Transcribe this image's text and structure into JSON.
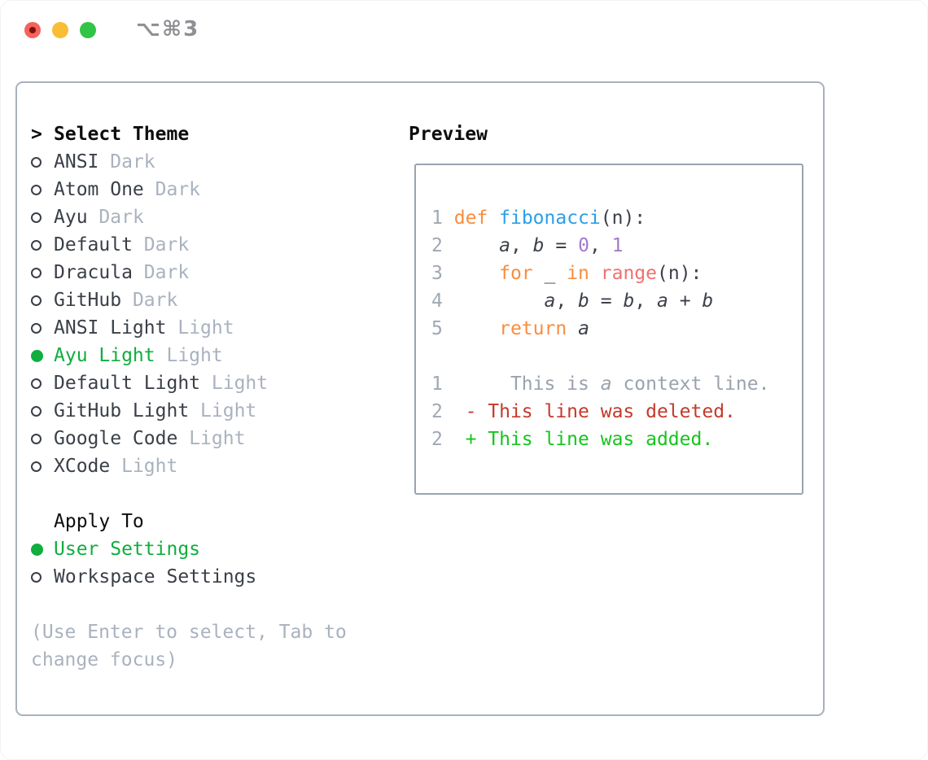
{
  "colors": {
    "accent_green": "#0fae3e",
    "traffic_red": "#f4635c",
    "traffic_red_dot": "#7b120e",
    "traffic_yellow": "#f9bd36",
    "traffic_green": "#30c546",
    "border": "#a9b1bc",
    "preview_border": "#9aa3ae",
    "text_dark": "#3a3f47",
    "text_black": "#0d0d0d",
    "text_muted": "#a9b2bf",
    "title_gray": "#8f9094",
    "line_number": "#9fa8b3",
    "syn_keyword": "#fa8d3e",
    "syn_function": "#2b9fe8",
    "syn_number": "#a37acc",
    "syn_call": "#f07171",
    "syn_plain": "#3c4149",
    "diff_context": "#9aa3ad",
    "diff_deleted": "#c5392b",
    "diff_added": "#15c51d"
  },
  "window": {
    "title": "⌥⌘3",
    "traffic_lights": [
      "close",
      "minimize",
      "zoom"
    ]
  },
  "theme_panel": {
    "header_prefix": ">",
    "header": "Select Theme",
    "items": [
      {
        "name": "ANSI",
        "variant": "Dark",
        "selected": false
      },
      {
        "name": "Atom One",
        "variant": "Dark",
        "selected": false
      },
      {
        "name": "Ayu",
        "variant": "Dark",
        "selected": false
      },
      {
        "name": "Default",
        "variant": "Dark",
        "selected": false
      },
      {
        "name": "Dracula",
        "variant": "Dark",
        "selected": false
      },
      {
        "name": "GitHub",
        "variant": "Dark",
        "selected": false
      },
      {
        "name": "ANSI Light",
        "variant": "Light",
        "selected": false
      },
      {
        "name": "Ayu Light",
        "variant": "Light",
        "selected": true
      },
      {
        "name": "Default Light",
        "variant": "Light",
        "selected": false
      },
      {
        "name": "GitHub Light",
        "variant": "Light",
        "selected": false
      },
      {
        "name": "Google Code",
        "variant": "Light",
        "selected": false
      },
      {
        "name": "XCode",
        "variant": "Light",
        "selected": false
      }
    ],
    "apply_to": {
      "header": "Apply To",
      "options": [
        {
          "label": "User Settings",
          "selected": true
        },
        {
          "label": "Workspace Settings",
          "selected": false
        }
      ]
    },
    "hint_lines": [
      "(Use Enter to select, Tab to",
      "change focus)"
    ]
  },
  "preview": {
    "header": "Preview",
    "lines": [
      {
        "tokens": [
          {
            "c": "ln",
            "t": "1"
          },
          {
            "c": "pl",
            "t": " "
          },
          {
            "c": "kw",
            "t": "def"
          },
          {
            "c": "pl",
            "t": " "
          },
          {
            "c": "fn",
            "t": "fibonacci"
          },
          {
            "c": "pl",
            "t": "(n):"
          }
        ]
      },
      {
        "tokens": [
          {
            "c": "ln",
            "t": "2"
          },
          {
            "c": "pl",
            "t": "     "
          },
          {
            "c": "var",
            "t": "a"
          },
          {
            "c": "pl",
            "t": ", "
          },
          {
            "c": "var",
            "t": "b"
          },
          {
            "c": "pl",
            "t": " = "
          },
          {
            "c": "num",
            "t": "0"
          },
          {
            "c": "pl",
            "t": ", "
          },
          {
            "c": "num",
            "t": "1"
          }
        ]
      },
      {
        "tokens": [
          {
            "c": "ln",
            "t": "3"
          },
          {
            "c": "pl",
            "t": "     "
          },
          {
            "c": "kw",
            "t": "for"
          },
          {
            "c": "pl",
            "t": " _ "
          },
          {
            "c": "kw",
            "t": "in"
          },
          {
            "c": "pl",
            "t": " "
          },
          {
            "c": "call",
            "t": "range"
          },
          {
            "c": "pl",
            "t": "(n):"
          }
        ]
      },
      {
        "tokens": [
          {
            "c": "ln",
            "t": "4"
          },
          {
            "c": "pl",
            "t": "         "
          },
          {
            "c": "var",
            "t": "a"
          },
          {
            "c": "pl",
            "t": ", "
          },
          {
            "c": "var",
            "t": "b"
          },
          {
            "c": "pl",
            "t": " = "
          },
          {
            "c": "var",
            "t": "b"
          },
          {
            "c": "pl",
            "t": ", "
          },
          {
            "c": "var",
            "t": "a"
          },
          {
            "c": "pl",
            "t": " + "
          },
          {
            "c": "var",
            "t": "b"
          }
        ]
      },
      {
        "tokens": [
          {
            "c": "ln",
            "t": "5"
          },
          {
            "c": "pl",
            "t": "     "
          },
          {
            "c": "kw",
            "t": "return"
          },
          {
            "c": "pl",
            "t": " "
          },
          {
            "c": "var",
            "t": "a"
          }
        ]
      },
      {
        "tokens": []
      },
      {
        "tokens": [
          {
            "c": "ln",
            "t": "1"
          },
          {
            "c": "ctx",
            "t": "      This is "
          },
          {
            "c": "ctxvar",
            "t": "a"
          },
          {
            "c": "ctx",
            "t": " context line."
          }
        ]
      },
      {
        "tokens": [
          {
            "c": "ln",
            "t": "2"
          },
          {
            "c": "pl",
            "t": "  "
          },
          {
            "c": "del",
            "t": "- This line was deleted."
          }
        ]
      },
      {
        "tokens": [
          {
            "c": "ln",
            "t": "2"
          },
          {
            "c": "pl",
            "t": "  "
          },
          {
            "c": "add",
            "t": "+ This line was added."
          }
        ]
      }
    ]
  }
}
